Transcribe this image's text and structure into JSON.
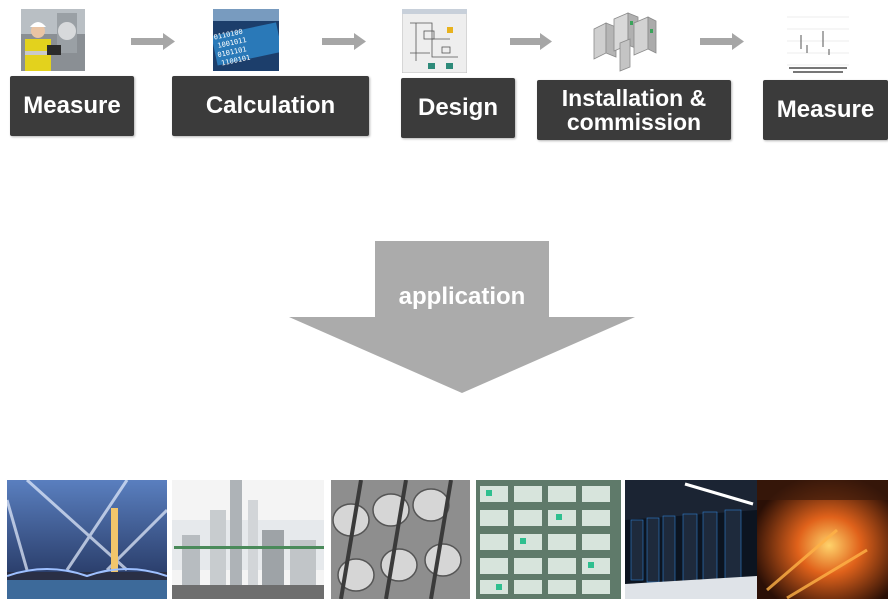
{
  "process": {
    "steps": [
      {
        "label": "Measure",
        "icon": "engineer-photo-icon"
      },
      {
        "label": "Calculation",
        "icon": "binary-data-icon"
      },
      {
        "label": "Design",
        "icon": "schematic-icon"
      },
      {
        "label": "Installation & commission",
        "icon": "equipment-cabinets-icon"
      },
      {
        "label": "Measure",
        "icon": "waveform-chart-icon"
      }
    ],
    "connector_icon": "right-arrow-icon"
  },
  "application": {
    "label": "application",
    "arrow_color": "#ababab"
  },
  "gallery": {
    "photos": [
      "illuminated-bridge-tower-photo",
      "industrial-plant-photo",
      "transformer-coils-photo",
      "electronics-racks-photo",
      "data-center-photo",
      "steel-furnace-photo"
    ]
  },
  "colors": {
    "label_bg": "#3b3b3b",
    "label_text": "#ffffff",
    "connector": "#a6a6a6"
  }
}
